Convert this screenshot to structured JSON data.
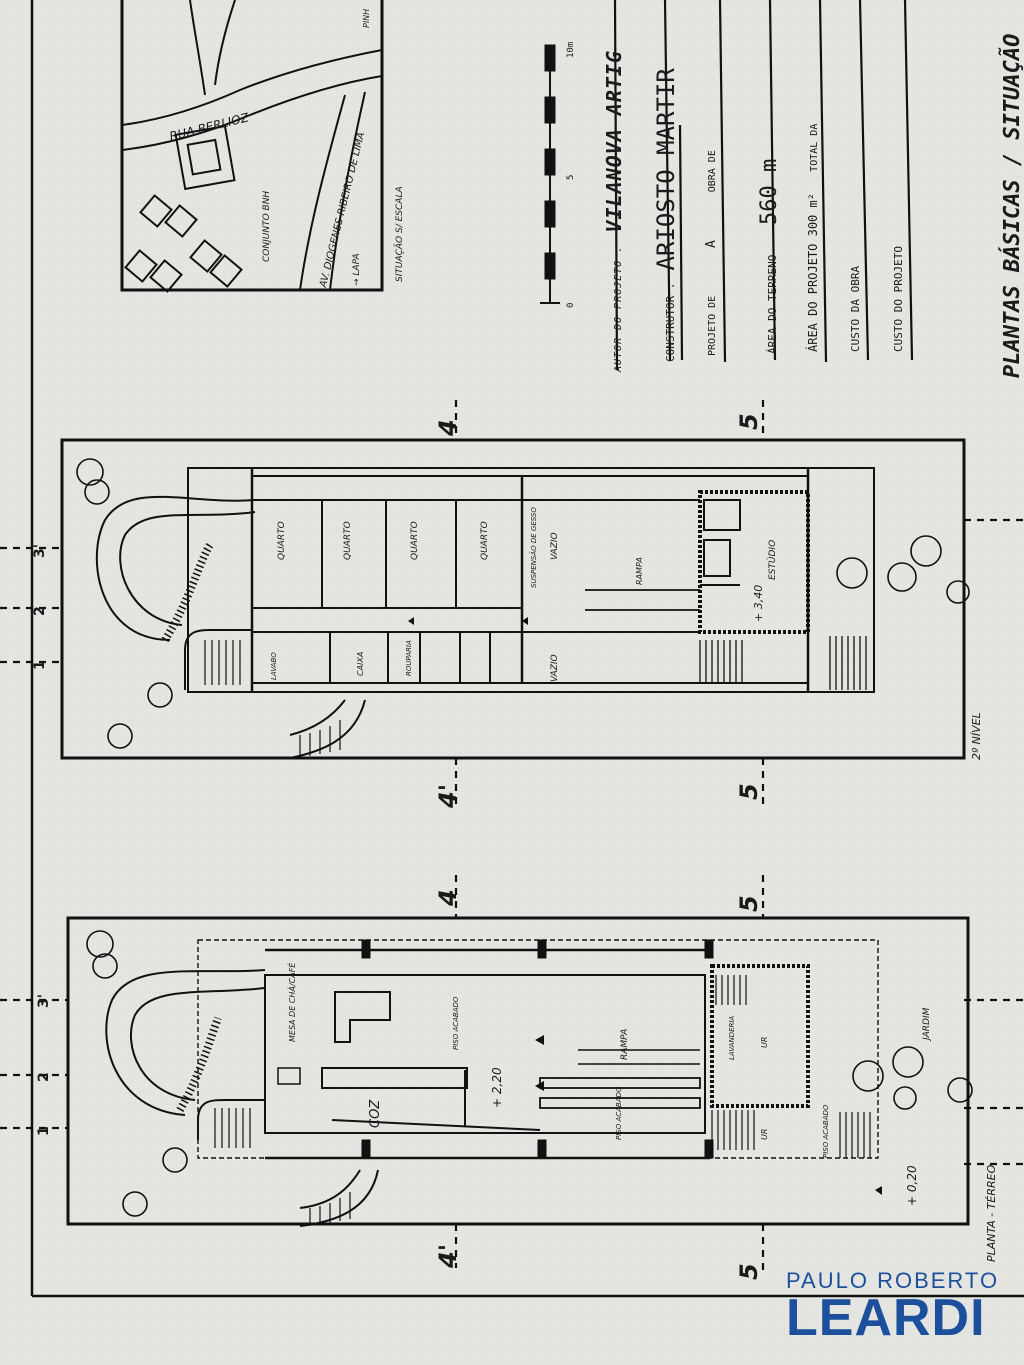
{
  "title_block": {
    "author_label": "AUTOR DO PROJETO :",
    "author_value": "VILANOVA ARTIG",
    "builder_label": "CONSTRUTOR :",
    "builder_value": "ARIOSTO MARTIR",
    "project_label": "PROJETO DE",
    "project_value": "A",
    "work_label": "OBRA DE",
    "land_area_label": "ÁREA DO TERRENO",
    "land_area_value": "560 m",
    "project_area_label": "ÁREA DO PROJETO 300 m²",
    "total_label": "TOTAL DA",
    "work_cost_label": "CUSTO DA OBRA",
    "project_cost_label": "CUSTO DO PROJETO",
    "sheet_title": "PLANTAS BÁSICAS / SITUAÇÃO",
    "scale_zero": "0",
    "scale_five": "5",
    "scale_ten": "10m"
  },
  "site_plan": {
    "street_1": "RUA BERLIOZ",
    "street_2": "AV. DIOGENES RIBEIRO DE LIMA",
    "street_3": "PINH",
    "direction": "→ LAPA",
    "block": "CONJUNTO BNH",
    "caption": "SITUAÇÃO S/ ESCALA"
  },
  "upper_floor": {
    "caption": "2º NÍVEL",
    "rooms": [
      "QUARTO",
      "QUARTO",
      "QUARTO",
      "QUARTO",
      "VAZIO",
      "VAZIO",
      "ESTÚDIO",
      "LAVABO",
      "CAIXA",
      "ROUPARIA"
    ],
    "notes": [
      "SUSPENSÃO DE GESSO",
      "RAMPA",
      "+ 3,40"
    ]
  },
  "ground_floor": {
    "caption": "PLANTA - TÉRREO",
    "rooms": [
      "COZ",
      "JARDIM",
      "LAVANDERIA",
      "PISO ACABADO"
    ],
    "notes": [
      "MESA DE CHÁ/CAFÉ",
      "RAMPA",
      "+ 2,20",
      "+ 0,20",
      "PISO ACABADO",
      "PISO ACABADO",
      "UR",
      "UR"
    ]
  },
  "axes": {
    "labels_4": [
      "4",
      "4'",
      "4",
      "4'"
    ],
    "labels_5": [
      "5",
      "5",
      "5",
      "5"
    ],
    "left_upper": [
      "1",
      "2",
      "3'"
    ],
    "left_lower": [
      "1",
      "2",
      "3'"
    ]
  },
  "watermark": {
    "line1": "PAULO ROBERTO",
    "line2": "LEARDI"
  },
  "colors": {
    "paper": "#e4e4e1",
    "ink": "#1a1a1a",
    "brand": "#1c4f9c"
  }
}
